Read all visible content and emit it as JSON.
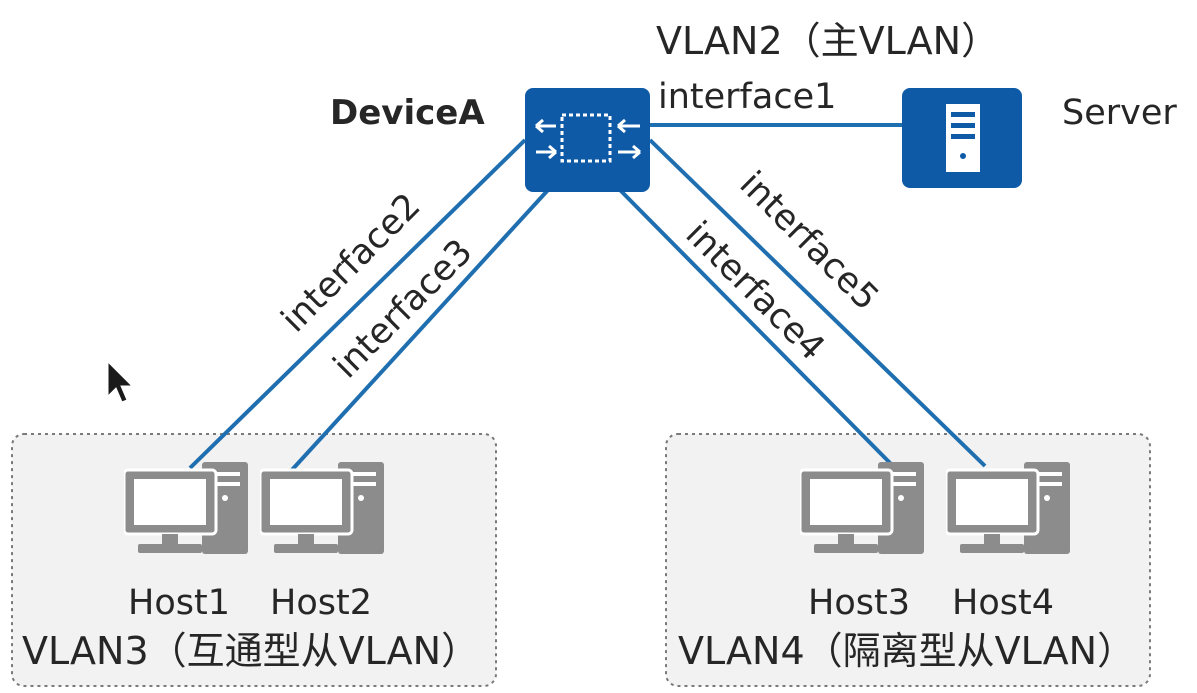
{
  "device": {
    "name": "DeviceA",
    "color": "#0e5aa7",
    "icon": "switch-icon"
  },
  "server": {
    "name": "Server",
    "icon": "server-icon"
  },
  "interfaces": {
    "if1": "interface1",
    "if2": "interface2",
    "if3": "interface3",
    "if4": "interface4",
    "if5": "interface5"
  },
  "vlans": {
    "primary": "VLAN2（主VLAN）",
    "group_left": "VLAN3（互通型从VLAN）",
    "group_right": "VLAN4（隔离型从VLAN）"
  },
  "hosts": [
    {
      "name": "Host1",
      "icon": "pc-icon"
    },
    {
      "name": "Host2",
      "icon": "pc-icon"
    },
    {
      "name": "Host3",
      "icon": "pc-icon"
    },
    {
      "name": "Host4",
      "icon": "pc-icon"
    }
  ],
  "colors": {
    "link": "#1f6fb0",
    "device": "#0e5aa7",
    "host": "#8c8c8c",
    "group_fill": "#f2f2f2"
  }
}
